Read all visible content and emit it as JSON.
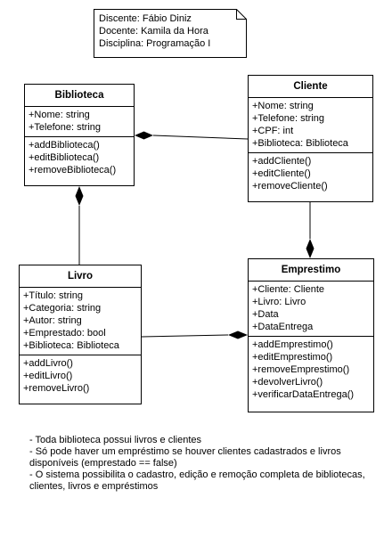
{
  "note": {
    "lines": [
      "Discente: Fábio Diniz",
      "Docente: Kamila da Hora",
      "Disciplina: Programação I"
    ]
  },
  "classes": {
    "biblioteca": {
      "name": "Biblioteca",
      "attributes": [
        "+Nome: string",
        "+Telefone: string"
      ],
      "methods": [
        "+addBiblioteca()",
        "+editBiblioteca()",
        "+removeBiblioteca()"
      ]
    },
    "cliente": {
      "name": "Cliente",
      "attributes": [
        "+Nome: string",
        "+Telefone: string",
        "+CPF: int",
        "+Biblioteca: Biblioteca"
      ],
      "methods": [
        "+addCliente()",
        "+editCliente()",
        "+removeCliente()"
      ]
    },
    "livro": {
      "name": "Livro",
      "attributes": [
        "+Título: string",
        "+Categoria: string",
        "+Autor: string",
        "+Emprestado: bool",
        "+Biblioteca: Biblioteca"
      ],
      "methods": [
        "+addLivro()",
        "+editLivro()",
        "+removeLivro()"
      ]
    },
    "emprestimo": {
      "name": "Emprestimo",
      "attributes": [
        "+Cliente: Cliente",
        "+Livro: Livro",
        "+Data",
        "+DataEntrega"
      ],
      "methods": [
        "+addEmprestimo()",
        "+editEmprestimo()",
        "+removeEmprestimo()",
        "+devolverLivro()",
        "+verificarDataEntrega()"
      ]
    }
  },
  "relations": [
    {
      "from": "biblioteca",
      "to": "cliente",
      "type": "composition",
      "diamond_at": "biblioteca"
    },
    {
      "from": "biblioteca",
      "to": "livro",
      "type": "composition",
      "diamond_at": "biblioteca"
    },
    {
      "from": "cliente",
      "to": "emprestimo",
      "type": "composition",
      "diamond_at": "emprestimo"
    },
    {
      "from": "livro",
      "to": "emprestimo",
      "type": "composition",
      "diamond_at": "emprestimo"
    }
  ],
  "footer": {
    "lines": [
      "- Toda biblioteca possui livros e clientes",
      "- Só pode haver um empréstimo se houver clientes cadastrados e livros disponíveis (emprestado == false)",
      "- O sistema possibilita o cadastro, edição e remoção completa de bibliotecas, clientes, livros e empréstimos"
    ]
  }
}
